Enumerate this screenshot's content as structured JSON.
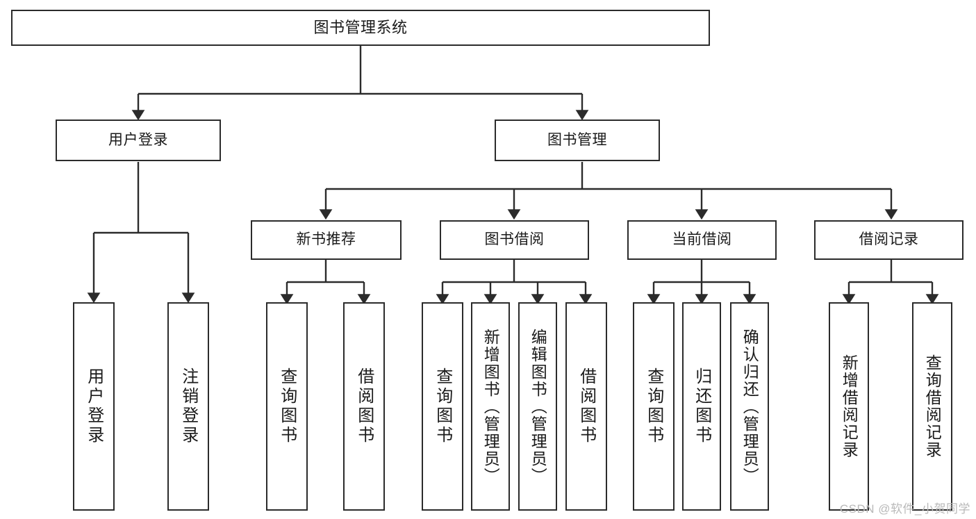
{
  "diagram": {
    "title": "图书管理系统",
    "type": "tree",
    "watermark": "CSDN @软件_小贺同学",
    "colors": {
      "background": "#ffffff",
      "stroke": "#2b2b2b",
      "node_fill": "#ffffff",
      "text": "#1a1a1a",
      "watermark": "#b9b9b9"
    },
    "root": {
      "label": "图书管理系统"
    },
    "level1": [
      {
        "label": "用户登录"
      },
      {
        "label": "图书管理"
      }
    ],
    "level2": [
      {
        "label": "新书推荐"
      },
      {
        "label": "图书借阅"
      },
      {
        "label": "当前借阅"
      },
      {
        "label": "借阅记录"
      }
    ],
    "leaves": {
      "user_login": [
        {
          "label": "用户登录"
        },
        {
          "label": "注销登录"
        }
      ],
      "new_book_recommend": [
        {
          "label": "查询图书"
        },
        {
          "label": "借阅图书"
        }
      ],
      "book_borrow": [
        {
          "label": "查询图书"
        },
        {
          "label": "新增图书（管理员）"
        },
        {
          "label": "编辑图书（管理员）"
        },
        {
          "label": "借阅图书"
        }
      ],
      "current_borrow": [
        {
          "label": "查询图书"
        },
        {
          "label": "归还图书"
        },
        {
          "label": "确认归还（管理员）"
        }
      ],
      "borrow_record": [
        {
          "label": "新增借阅记录"
        },
        {
          "label": "查询借阅记录"
        }
      ]
    }
  }
}
